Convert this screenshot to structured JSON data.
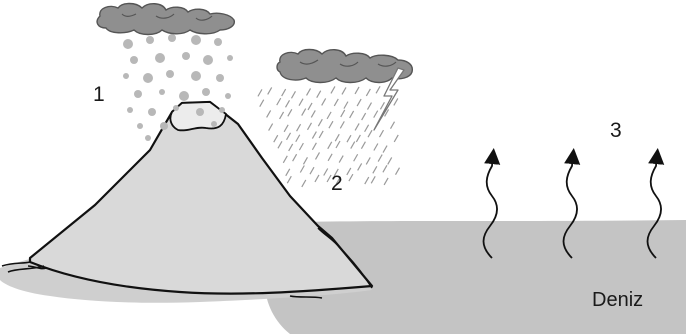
{
  "labels": {
    "one": "1",
    "two": "2",
    "three": "3",
    "sea": "Deniz"
  },
  "colors": {
    "sea": "#c4c4c4",
    "mountain": "#d9d9d9",
    "snow_cap": "#ececec",
    "cloud": "#8f8f8f",
    "cloud_outline": "#555555",
    "hail": "#b8b8b8",
    "rain": "#9a9a9a",
    "outline": "#111111"
  },
  "icons": {
    "snow_cloud": "cloud-icon",
    "rain_cloud": "cloud-icon",
    "lightning": "lightning-bolt-icon",
    "evaporation": "wavy-up-arrow-icon"
  }
}
